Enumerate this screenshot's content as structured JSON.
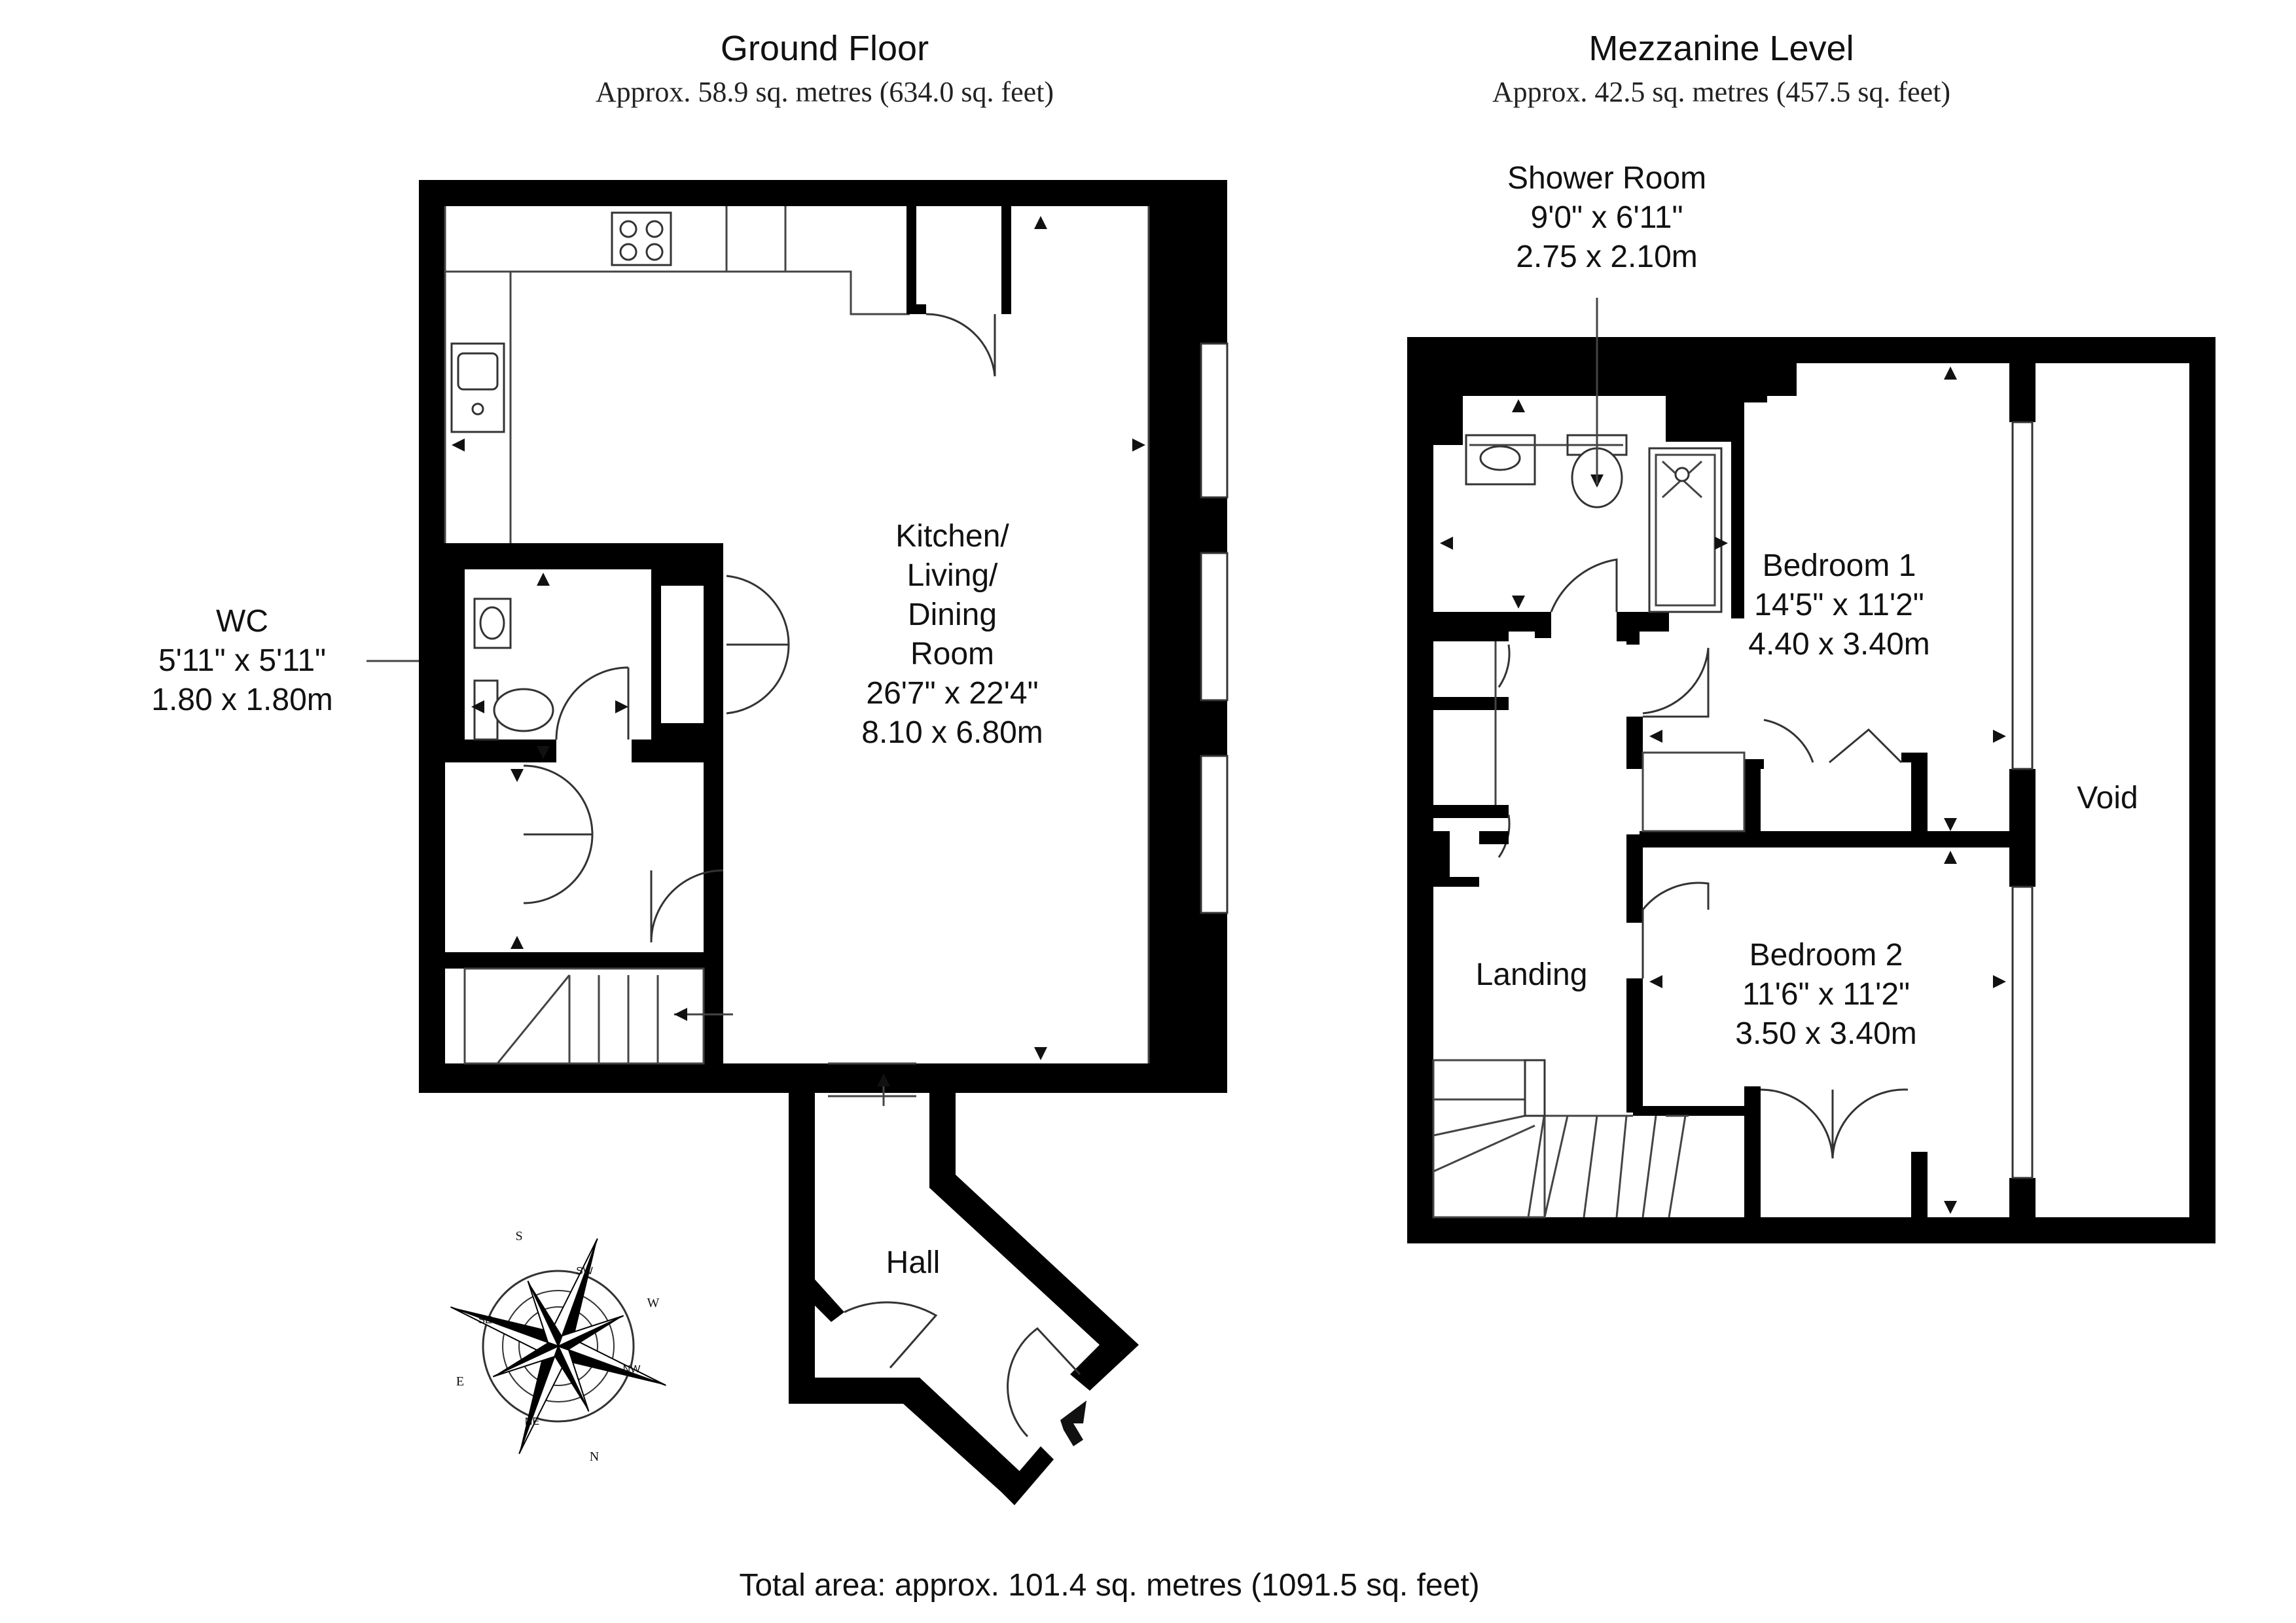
{
  "floors": {
    "ground": {
      "title": "Ground Floor",
      "area": "Approx. 58.9 sq. metres (634.0 sq. feet)"
    },
    "mezzanine": {
      "title": "Mezzanine Level",
      "area": "Approx. 42.5 sq. metres (457.5 sq. feet)"
    }
  },
  "rooms": {
    "kitchen": {
      "name_lines": [
        "Kitchen/",
        "Living/",
        "Dining",
        "Room"
      ],
      "imperial": "26'7\" x 22'4\"",
      "metric": "8.10 x 6.80m"
    },
    "wc": {
      "name": "WC",
      "imperial": "5'11\" x 5'11\"",
      "metric": "1.80 x 1.80m"
    },
    "hall": {
      "name": "Hall"
    },
    "shower": {
      "name": "Shower Room",
      "imperial": "9'0\" x 6'11\"",
      "metric": "2.75 x 2.10m"
    },
    "bedroom1": {
      "name": "Bedroom 1",
      "imperial": "14'5\" x 11'2\"",
      "metric": "4.40 x 3.40m"
    },
    "bedroom2": {
      "name": "Bedroom 2",
      "imperial": "11'6\" x 11'2\"",
      "metric": "3.50 x 3.40m"
    },
    "landing": {
      "name": "Landing"
    },
    "void": {
      "name": "Void"
    }
  },
  "compass": {
    "cardinals": {
      "n": "N",
      "s": "S",
      "e": "E",
      "w": "W"
    },
    "intercardinals": {
      "ne": "NE",
      "nw": "NW",
      "se": "SE",
      "sw": "SW"
    }
  },
  "total_area": "Total area: approx. 101.4 sq. metres (1091.5 sq. feet)"
}
